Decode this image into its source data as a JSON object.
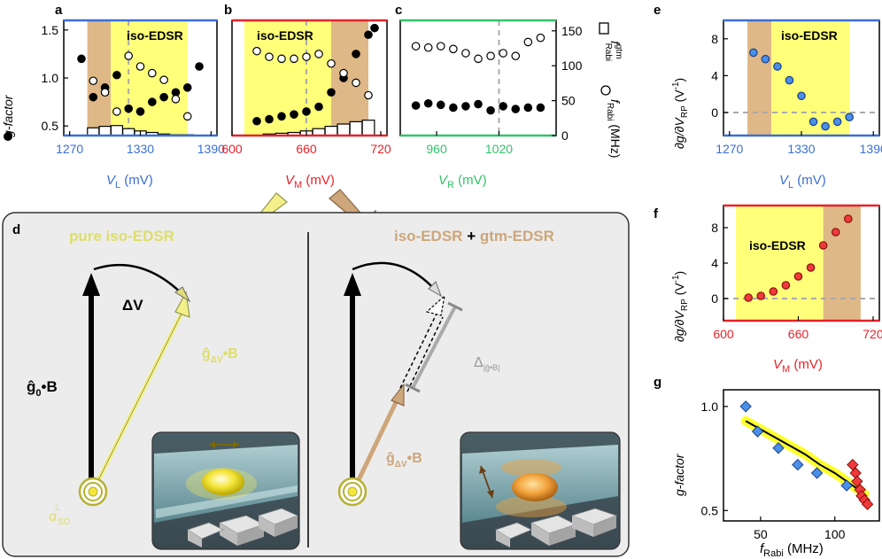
{
  "colors": {
    "yellow": "#ffff7a",
    "tan": "#deb887",
    "blue": "#3a6fd6",
    "red": "#e8222a",
    "green": "#33c36a",
    "pointBlue": "#4a8fe8",
    "diamondBlue": "#4a90e8",
    "diamondRed": "#f03a3a",
    "panelBg": "#ececec",
    "arrowYellow": "#f3f08a",
    "arrowTan": "#cda67a"
  },
  "panel_labels": {
    "a": "a",
    "b": "b",
    "c": "c",
    "d": "d",
    "e": "e",
    "f": "f",
    "g": "g"
  },
  "chart_data": [
    {
      "id": "a",
      "type": "scatter",
      "ylabel": "g-factor",
      "xlabel_main": "V",
      "xlabel_sub": "L",
      "xlabel_unit": " (mV)",
      "xlim": [
        1265,
        1395
      ],
      "ylim": [
        0.4,
        1.6
      ],
      "xticks": [
        1270,
        1330,
        1390
      ],
      "yticks": [
        "0.5",
        "1.0",
        "1.5"
      ],
      "region_label": "iso-EDSR",
      "bands": [
        {
          "color": "tan",
          "x0": 1285,
          "x1": 1305
        },
        {
          "color": "yellow",
          "x0": 1305,
          "x1": 1370
        }
      ],
      "dashed_x": 1320,
      "g_filled": {
        "x": [
          1280,
          1290,
          1300,
          1310,
          1320,
          1330,
          1340,
          1350,
          1360,
          1370,
          1380
        ],
        "y": [
          1.2,
          0.8,
          0.9,
          1.03,
          0.68,
          0.65,
          0.75,
          0.8,
          0.85,
          0.9,
          1.12
        ]
      },
      "g_open": {
        "x": [
          1290,
          1300,
          1310,
          1320,
          1330,
          1340,
          1350,
          1360,
          1370
        ],
        "y": [
          0.97,
          0.85,
          0.65,
          1.23,
          1.12,
          1.05,
          0.98,
          0.78,
          0.6
        ]
      },
      "f_gtm_bars": {
        "x": [
          1290,
          1300,
          1310,
          1320,
          1330,
          1340,
          1350,
          1360,
          1370
        ],
        "y": [
          10,
          12,
          13,
          9,
          6,
          4,
          2,
          1,
          1
        ]
      }
    },
    {
      "id": "b",
      "type": "scatter",
      "xlabel_main": "V",
      "xlabel_sub": "M",
      "xlabel_unit": " (mV)",
      "xlim": [
        600,
        725
      ],
      "ylim": [
        0.4,
        1.6
      ],
      "xticks": [
        600,
        660,
        720
      ],
      "region_label": "iso-EDSR",
      "bands": [
        {
          "color": "yellow",
          "x0": 610,
          "x1": 680
        },
        {
          "color": "tan",
          "x0": 680,
          "x1": 710
        }
      ],
      "dashed_x": 660,
      "g_filled": {
        "x": [
          620,
          630,
          640,
          650,
          660,
          670,
          680,
          690,
          700,
          710,
          715
        ],
        "y": [
          0.55,
          0.57,
          0.6,
          0.62,
          0.65,
          0.7,
          0.85,
          1.0,
          1.25,
          1.45,
          1.52
        ]
      },
      "g_open": {
        "x": [
          620,
          630,
          640,
          650,
          660,
          670,
          680,
          690,
          700,
          710
        ],
        "y": [
          1.28,
          1.22,
          1.2,
          1.2,
          1.22,
          1.25,
          1.15,
          1.05,
          0.95,
          0.82
        ]
      },
      "f_gtm_bars": {
        "x": [
          630,
          640,
          650,
          660,
          670,
          680,
          690,
          700,
          710
        ],
        "y": [
          2,
          3,
          4,
          6,
          9,
          12,
          15,
          18,
          20
        ]
      }
    },
    {
      "id": "c",
      "type": "scatter",
      "xlabel_main": "V",
      "xlabel_sub": "R",
      "xlabel_unit": " (mV)",
      "xlim": [
        925,
        1075
      ],
      "ylim": [
        0,
        165
      ],
      "xticks": [
        960,
        1020
      ],
      "yticks": [
        "0",
        "50",
        "100",
        "150"
      ],
      "dashed_x": 1020,
      "f_rabi_open": {
        "x": [
          940,
          952,
          964,
          976,
          988,
          1000,
          1012,
          1024,
          1036,
          1048,
          1060
        ],
        "y": [
          128,
          126,
          128,
          124,
          118,
          110,
          114,
          118,
          114,
          134,
          140
        ]
      },
      "f_rabi_filled": {
        "x": [
          940,
          952,
          964,
          976,
          988,
          1000,
          1012,
          1024,
          1036,
          1048,
          1060
        ],
        "y": [
          43,
          46,
          44,
          40,
          42,
          45,
          36,
          42,
          38,
          40,
          40
        ]
      },
      "right_axis_label_1_main": "f",
      "right_axis_label_1_sub": "Rabi",
      "right_axis_label_1_sup": "gtm",
      "right_axis_label_2_main": "f",
      "right_axis_label_2_sub": "Rabi",
      "right_axis_label_2_unit": " (MHz)"
    },
    {
      "id": "e",
      "type": "scatter",
      "ylabel_main": "∂g/∂V",
      "ylabel_sub": "RP",
      "ylabel_unit": " (V",
      "ylabel_sup": "-1",
      "ylabel_close": ")",
      "xlabel_main": "V",
      "xlabel_sub": "L",
      "xlabel_unit": " (mV)",
      "xlim": [
        1265,
        1395
      ],
      "ylim": [
        -2.5,
        10
      ],
      "xticks": [
        1270,
        1330,
        1390
      ],
      "yticks": [
        "0",
        "4",
        "8"
      ],
      "region_label": "iso-EDSR",
      "bands": [
        {
          "color": "tan",
          "x0": 1285,
          "x1": 1305
        },
        {
          "color": "yellow",
          "x0": 1305,
          "x1": 1370
        }
      ],
      "points": {
        "x": [
          1290,
          1300,
          1310,
          1320,
          1330,
          1340,
          1350,
          1360,
          1370
        ],
        "y": [
          6.5,
          5.8,
          5.0,
          3.5,
          1.8,
          -1.0,
          -1.5,
          -1.0,
          -0.5
        ]
      }
    },
    {
      "id": "f",
      "type": "scatter",
      "ylabel_main": "∂g/∂V",
      "ylabel_sub": "RP",
      "ylabel_unit": " (V",
      "ylabel_sup": "-1",
      "ylabel_close": ")",
      "xlabel_main": "V",
      "xlabel_sub": "M",
      "xlabel_unit": " (mV)",
      "xlim": [
        600,
        725
      ],
      "ylim": [
        -2.5,
        10.5
      ],
      "xticks": [
        600,
        660,
        720
      ],
      "yticks": [
        "0",
        "4",
        "8"
      ],
      "region_label": "iso-EDSR",
      "bands": [
        {
          "color": "yellow",
          "x0": 610,
          "x1": 680
        },
        {
          "color": "tan",
          "x0": 680,
          "x1": 710
        }
      ],
      "points": {
        "x": [
          620,
          630,
          640,
          650,
          660,
          670,
          680,
          690,
          700
        ],
        "y": [
          0.1,
          0.3,
          0.8,
          1.5,
          2.5,
          3.5,
          6.0,
          7.5,
          9.0
        ]
      }
    },
    {
      "id": "g",
      "type": "scatter",
      "ylabel": "g-factor",
      "xlabel_main": "f",
      "xlabel_sub": "Rabi",
      "xlabel_unit": " (MHz)",
      "xlim": [
        25,
        130
      ],
      "ylim": [
        0.45,
        1.08
      ],
      "xticks": [
        50,
        100
      ],
      "yticks": [
        "0.5",
        "1.0"
      ],
      "blue_points": {
        "x": [
          40,
          48,
          62,
          75,
          88,
          108
        ],
        "y": [
          1.0,
          0.88,
          0.8,
          0.72,
          0.68,
          0.62
        ]
      },
      "red_points": {
        "x": [
          112,
          114,
          115,
          117,
          118,
          120,
          122
        ],
        "y": [
          0.72,
          0.68,
          0.64,
          0.6,
          0.57,
          0.55,
          0.53
        ]
      },
      "fit": {
        "x": [
          40,
          50,
          60,
          70,
          80,
          90,
          100,
          110,
          120
        ],
        "y": [
          0.93,
          0.89,
          0.85,
          0.81,
          0.77,
          0.72,
          0.68,
          0.63,
          0.58
        ]
      }
    }
  ],
  "panel_d": {
    "title_left": "pure iso-EDSR",
    "title_right_a": "iso-EDSR",
    "title_right_plus": " + ",
    "title_right_b": "gtm-EDSR",
    "delta_v": "ΔV",
    "g0b_main": "ĝ",
    "g0b_sub": "0",
    "g0b_rest": "•B",
    "gdv_main": "ĝ",
    "gdv_sub": "ΔV",
    "gdv_rest": "•B",
    "gdv2_main": "ĝ",
    "gdv2_sub": "ΔV",
    "gdv2_rest": "•B",
    "alpha_main": "α",
    "alpha_sub": "SO",
    "alpha_sup": "⊥",
    "delta_main": "Δ",
    "delta_sub": "|ĝ•B|"
  }
}
